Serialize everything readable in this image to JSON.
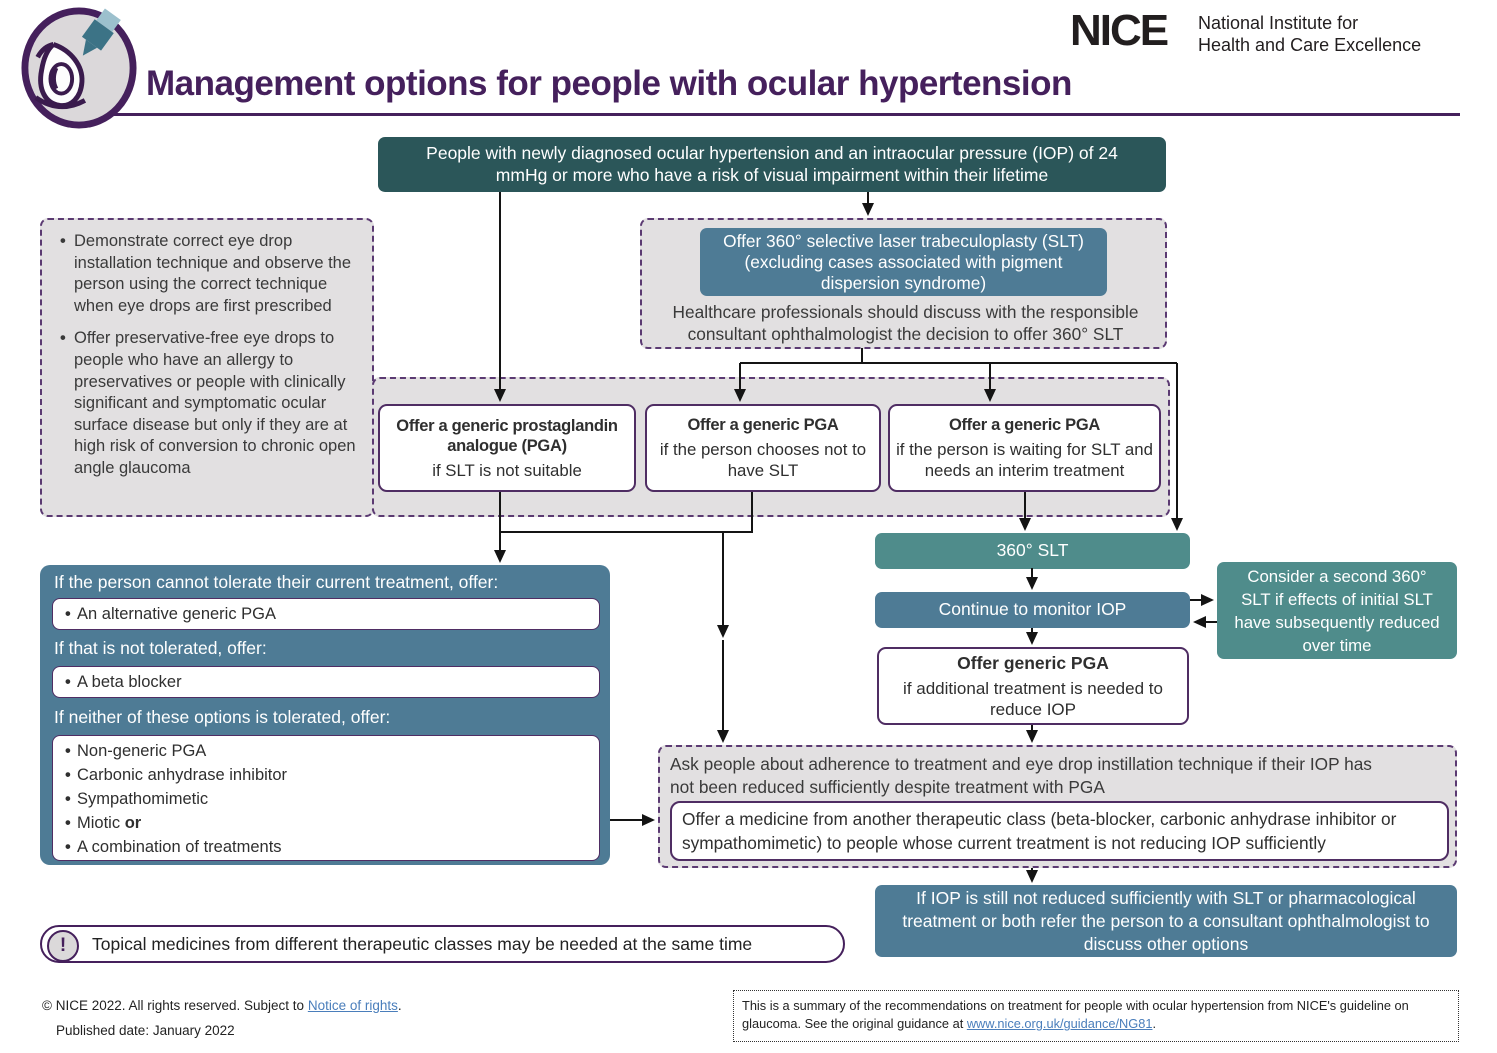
{
  "colors": {
    "purple_accent": "#45205c",
    "dark_teal": "#2b5659",
    "slate_blue": "#4e7b95",
    "teal": "#4f8c8b",
    "panel_gray": "#e2e0e1",
    "link_blue": "#4a7ebb"
  },
  "header": {
    "title": "Management options for people with ocular hypertension",
    "nice_wordmark": "NICE",
    "nice_tagline_1": "National Institute for",
    "nice_tagline_2": "Health and Care Excellence",
    "logo_icon": "eye-drop-logo"
  },
  "nodes": {
    "start": "People with newly diagnosed ocular hypertension and an intraocular pressure (IOP) of 24 mmHg or more who have a risk of visual impairment within their lifetime",
    "advice": {
      "bullets": [
        "Demonstrate correct eye drop installation technique and observe the person using the correct technique when eye drops are first prescribed",
        "Offer preservative-free eye drops to people who have an allergy to preservatives or people with clinically significant and symptomatic ocular surface disease but only if they are at high risk of conversion to chronic open angle glaucoma"
      ]
    },
    "slt_offer": {
      "highlight": "Offer 360° selective laser trabeculoplasty  (SLT) (excluding cases associated with pigment dispersion syndrome)",
      "note": "Healthcare professionals should discuss with the responsible consultant ophthalmologist the decision to offer 360° SLT"
    },
    "pga_not_suitable": {
      "title": "Offer a generic prostaglandin analogue (PGA)",
      "subtitle": "if SLT is not suitable"
    },
    "pga_chooses_not": {
      "title": "Offer a generic PGA",
      "subtitle": "if the person chooses not to have SLT"
    },
    "pga_waiting": {
      "title": "Offer a generic PGA",
      "subtitle": "if the person is waiting for SLT and needs an interim treatment"
    },
    "slt_360": "360° SLT",
    "monitor": "Continue to monitor IOP",
    "second_slt": "Consider a second 360° SLT if effects of initial SLT have subsequently reduced over time",
    "generic_pga": {
      "title": "Offer generic PGA",
      "subtitle": "if additional treatment is needed to reduce IOP"
    },
    "tolerate": {
      "intro_1": "If the person cannot tolerate their current treatment, offer:",
      "option_1": "An alternative generic PGA",
      "intro_2": "If that is not tolerated, offer:",
      "option_2": "A beta blocker",
      "intro_3": "If neither of these options is tolerated, offer:",
      "option_3_items": [
        "Non-generic PGA",
        "Carbonic anhydrase inhibitor",
        "Sympathomimetic"
      ],
      "option_3_miotic": "Miotic",
      "option_3_miotic_bold": "or",
      "option_3_last": "A combination of treatments"
    },
    "adherence": {
      "text": "Ask people about adherence to treatment and eye drop instillation technique if their IOP has not been reduced sufficiently despite treatment with PGA",
      "inner": "Offer a medicine from another therapeutic class (beta-blocker, carbonic anhydrase inhibitor or sympathomimetic) to people whose current treatment is not reducing IOP sufficiently"
    },
    "refer": "If IOP is still not reduced sufficiently with SLT or pharmacological treatment or both refer the person to a consultant ophthalmologist to discuss other options",
    "warning": {
      "icon": "!",
      "text": "Topical medicines from different therapeutic classes may be needed at the same time"
    }
  },
  "footer": {
    "copyright_prefix": "© NICE 2022. All rights reserved. Subject to ",
    "notice_link": "Notice of rights",
    "copyright_suffix": ".",
    "published": "Published date: January 2022",
    "summary_prefix": "This is a summary of the recommendations on treatment for people with ocular hypertension from NICE's guideline on glaucoma. See the original guidance at ",
    "summary_link": "www.nice.org.uk/guidance/NG81",
    "summary_suffix": "."
  }
}
